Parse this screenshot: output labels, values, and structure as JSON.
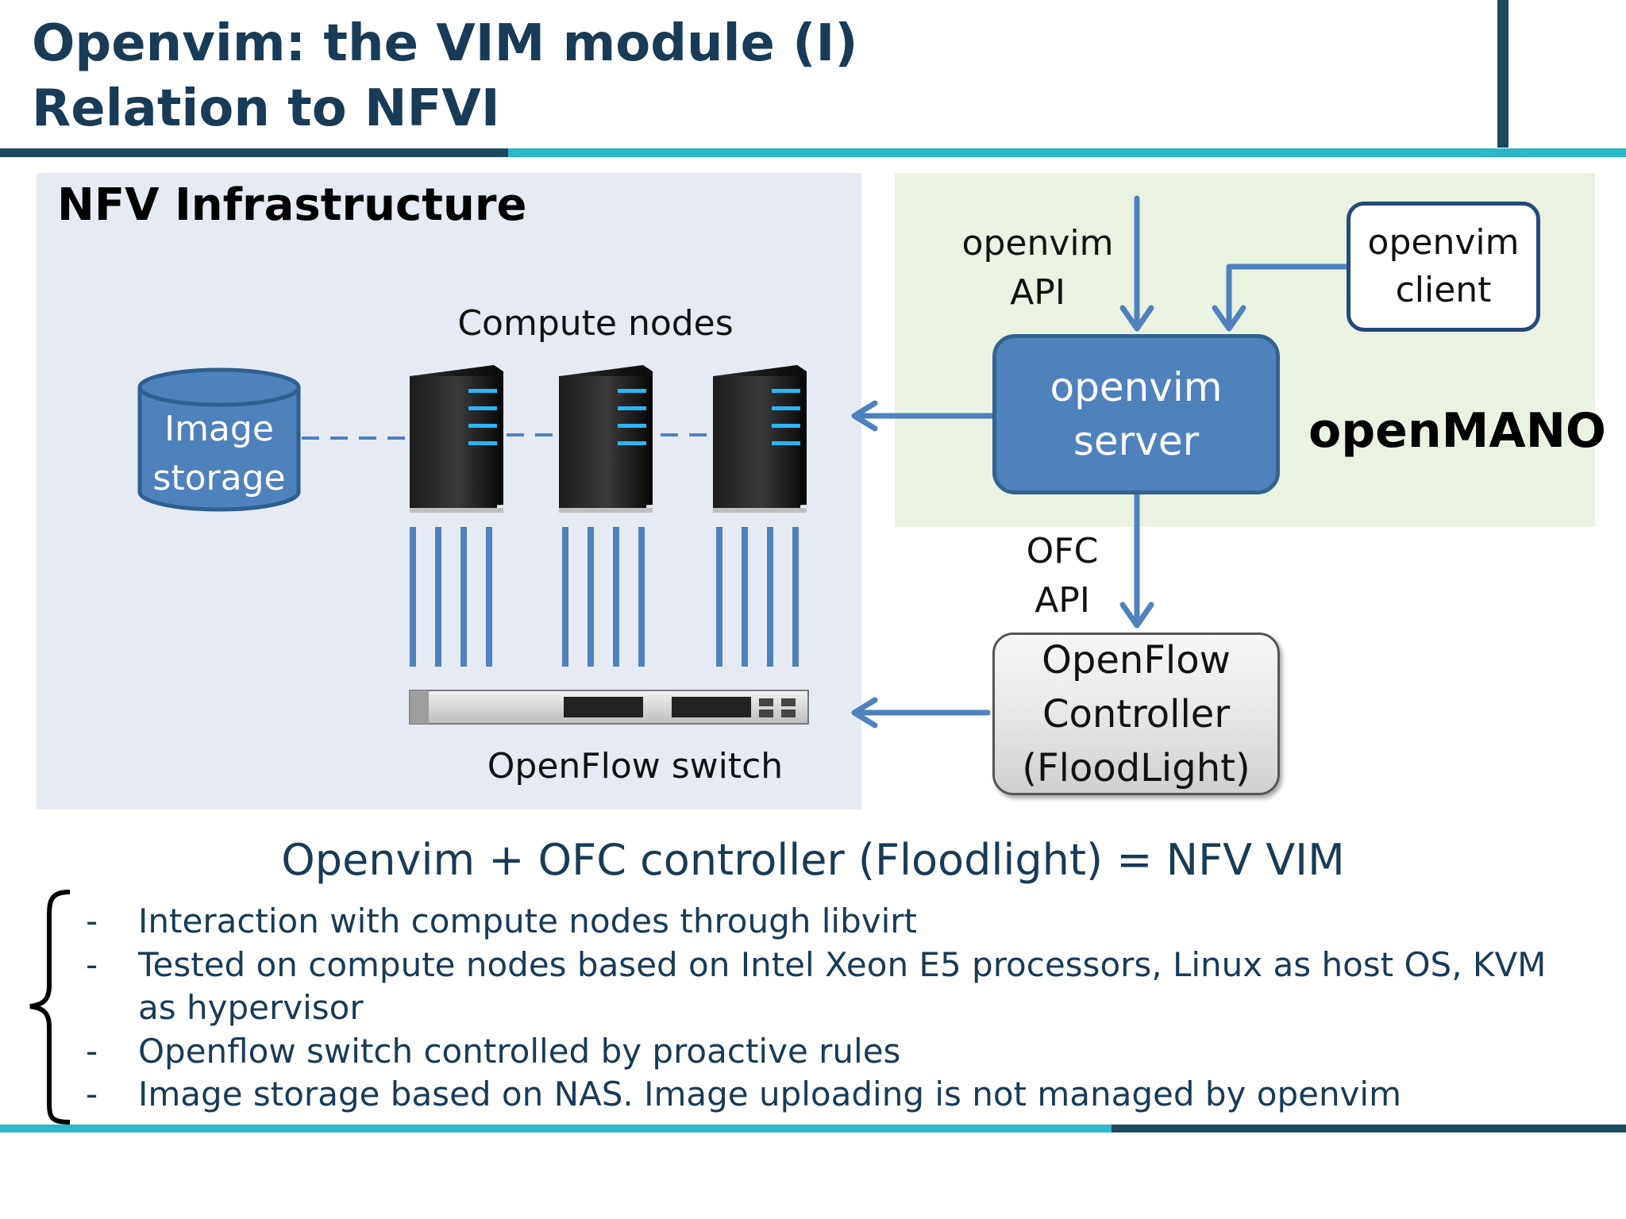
{
  "title": {
    "line1": "Openvim: the VIM module (I)",
    "line2": "Relation to NFVI"
  },
  "nfvi": {
    "heading": "NFV Infrastructure",
    "image_storage": {
      "line1": "Image",
      "line2": "storage"
    },
    "compute_nodes_label": "Compute nodes",
    "switch_label": "OpenFlow switch"
  },
  "mano": {
    "heading": "openMANO",
    "api_label": {
      "line1": "openvim",
      "line2": "API"
    },
    "client": {
      "line1": "openvim",
      "line2": "client"
    },
    "server": {
      "line1": "openvim",
      "line2": "server"
    }
  },
  "ofc": {
    "api_label": {
      "line1": "OFC",
      "line2": "API"
    },
    "controller": {
      "line1": "OpenFlow",
      "line2": "Controller",
      "line3": "(FloodLight)"
    }
  },
  "equation": "Openvim + OFC controller (Floodlight) = NFV VIM",
  "bullets": [
    {
      "dash": "-",
      "text": "Interaction with compute nodes through libvirt"
    },
    {
      "dash": "-",
      "text": "Tested on compute nodes based on Intel Xeon E5 processors, Linux as host OS, KVM as hypervisor"
    },
    {
      "dash": "-",
      "text": "Openflow switch controlled by proactive rules"
    },
    {
      "dash": "-",
      "text": "Image storage based on NAS. Image uploading is not managed by openvim"
    }
  ],
  "colors": {
    "title": "#183b57",
    "accent_teal": "#2ab7c9",
    "dark_teal": "#1d4a5e",
    "server_blue": "#4f81bd",
    "arrow_blue": "#4f81bd",
    "nfvi_background": "#e6ebf3",
    "mano_background": "#eaf3e2"
  },
  "icons": [
    "server-icon",
    "network-switch-icon",
    "database-cylinder-icon",
    "curly-brace-icon"
  ]
}
